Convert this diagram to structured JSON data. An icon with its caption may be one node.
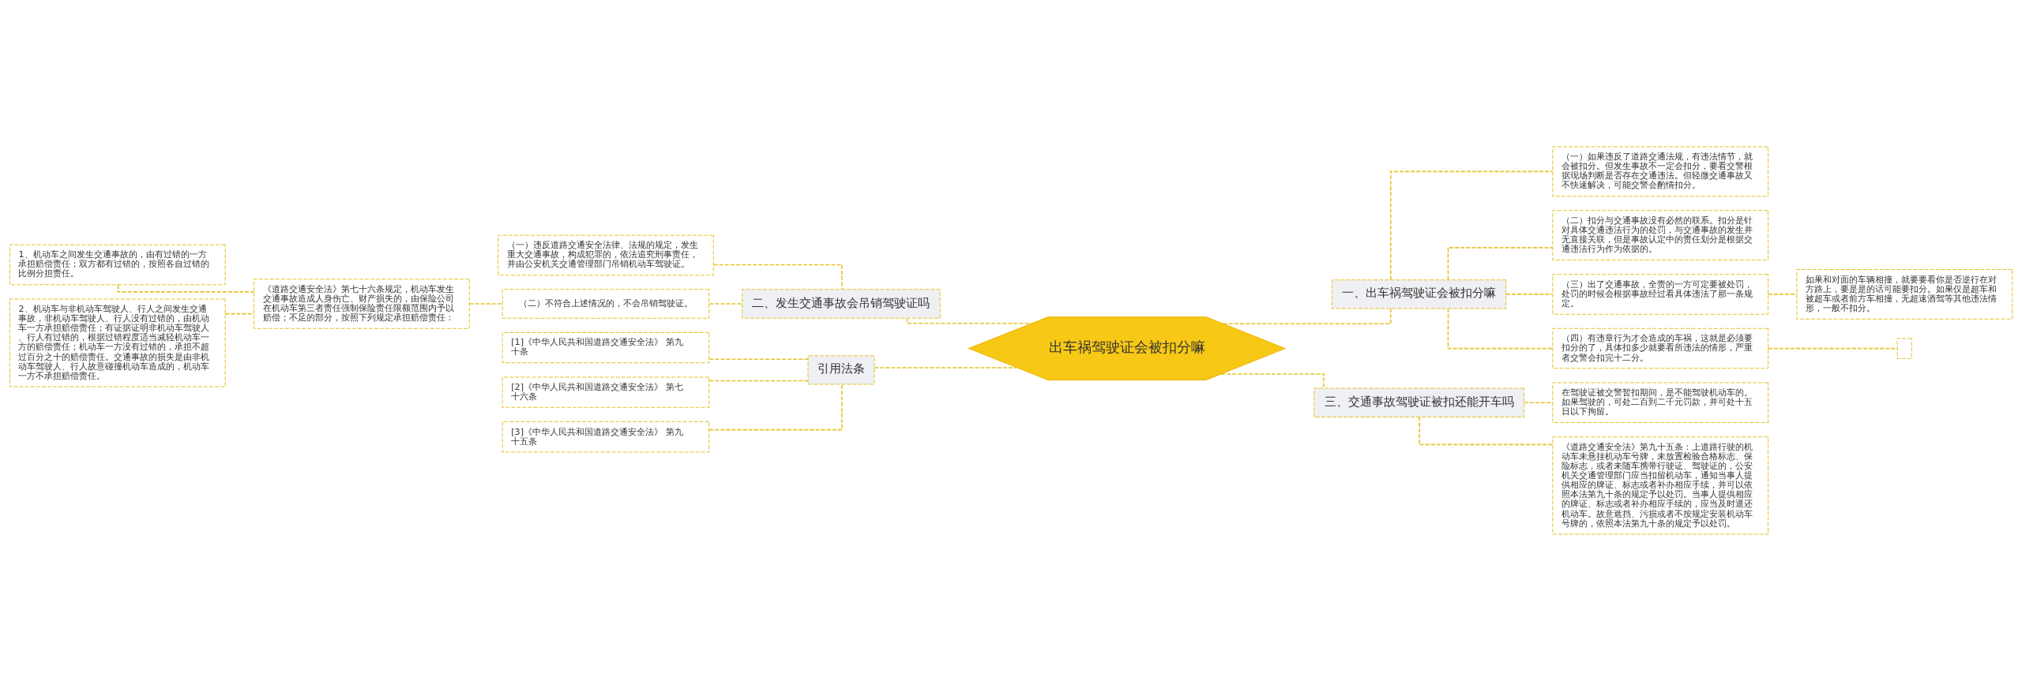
{
  "diagram": {
    "nodes": [
      {
        "text": [
          "出车祸驾驶证会被扣分嘛"
        ]
      },
      {
        "text": [
          "一、出车祸驾驶证会被扣分嘛"
        ]
      },
      {
        "text": [
          "（一）如果违反了道路交通法规，有违法情节，就会被扣分。但发生事故不一定会扣分，要看交警根据现场判断是否存在交通违法。但轻微交通事故又不快速解决，可能交警会酌情扣分。"
        ]
      },
      {
        "text": [
          "（二）扣分与交通事故没有必然的联系。扣分是针对具体交通违法行为的处罚，与交通事故的发生并无直接关联，但是事故认定中的责任划分是根据交通违法行为作为依据的。"
        ]
      },
      {
        "text": [
          "（三）出了交通事故，全责的一方可定要被处罚，处罚的时候会根据事故经过看具体违法了那一条规定。"
        ]
      },
      {
        "text": [
          "如果和对面的车辆相撞，就要要看你是否逆行在对方路上，要是是的话可能要扣分。如果仅是超车和被超车或者前方车相撞，无超速酒驾等其他违法情形，一般不扣分。"
        ]
      },
      {
        "text": [
          "（四）有违章行为才会造成的车祸，这就是必须要扣分的了，具体扣多少就要看所违法的情形，严重者交警会扣完十二分。"
        ]
      },
      {
        "text": [],
        "shape": "box"
      },
      {
        "text": [
          "三、交通事故驾驶证被扣还能开车吗"
        ]
      },
      {
        "text": [
          "在驾驶证被交警暂扣期间，是不能驾驶机动车的。如果驾驶的，可处二百到二千元罚款，并可处十五日以下拘留。"
        ]
      },
      {
        "text": [
          "《道路交通安全法》第九十五条：上道路行驶的机动车未悬挂机动车号牌，未放置检验合格标志、保险标志，或者未随车携带行驶证、驾驶证的，公安机关交通管理部门应当扣留机动车，通知当事人提供相应的牌证、标志或者补办相应手续，并可以依照本法第九十条的规定予以处罚。当事人提供相应的牌证、标志或者补办相应手续的，应当及时退还机动车。故意遮挡、污损或者不按规定安装机动车号牌的，依照本法第九十条的规定予以处罚。"
        ]
      },
      {
        "text": [
          "二、发生交通事故会吊销驾驶证吗"
        ]
      },
      {
        "text": [
          "（一）违反道路交通安全法律、法规的规定，发生重大交通事故，构成犯罪的，依法追究刑事责任，并由公安机关交通管理部门吊销机动车驾驶证。"
        ]
      },
      {
        "text": [
          "（二）不符合上述情况的，不会吊销驾驶证。"
        ]
      },
      {
        "text": [
          "《道路交通安全法》第七十六条规定，机动车发生交通事故造成人身伤亡、财产损失的，由保险公司在机动车第三者责任强制保险责任限额范围内予以赔偿；不足的部分，按照下列规定承担赔偿责任："
        ]
      },
      {
        "text": [
          "1、机动车之间发生交通事故的，由有过错的一方承担赔偿责任；双方都有过错的，按照各自过错的比例分担责任。"
        ]
      },
      {
        "text": [
          "2、机动车与非机动车驾驶人、行人之间发生交通事故，非机动车驾驶人、行人没有过错的，由机动车一方承担赔偿责任；有证据证明非机动车驾驶人、行人有过错的，根据过错程度适当减轻机动车一方的赔偿责任；机动车一方没有过错的，承担不超过百分之十的赔偿责任。交通事故的损失是由非机动车驾驶人、行人故意碰撞机动车造成的，机动车一方不承担赔偿责任。"
        ]
      },
      {
        "text": [
          "引用法条"
        ]
      },
      {
        "text": [
          "[1]《中华人民共和国道路交通安全法》 第九十条"
        ]
      },
      {
        "text": [
          "[2]《中华人民共和国道路交通安全法》 第七十六条"
        ]
      },
      {
        "text": [
          "[3]《中华人民共和国道路交通安全法》 第九十五条"
        ]
      }
    ],
    "edges": [
      {
        "from": 0,
        "to": 1,
        "arrow": "none"
      },
      {
        "from": 1,
        "to": 2,
        "arrow": "none"
      },
      {
        "from": 1,
        "to": 3,
        "arrow": "none"
      },
      {
        "from": 1,
        "to": 4,
        "arrow": "none"
      },
      {
        "from": 4,
        "to": 5,
        "arrow": "none"
      },
      {
        "from": 1,
        "to": 6,
        "arrow": "none"
      },
      {
        "from": 6,
        "to": 7,
        "arrow": "none"
      },
      {
        "from": 0,
        "to": 8,
        "arrow": "none"
      },
      {
        "from": 8,
        "to": 9,
        "arrow": "none"
      },
      {
        "from": 8,
        "to": 10,
        "arrow": "none"
      },
      {
        "from": 0,
        "to": 11,
        "arrow": "none"
      },
      {
        "from": 11,
        "to": 12,
        "arrow": "none"
      },
      {
        "from": 11,
        "to": 13,
        "arrow": "none"
      },
      {
        "from": 13,
        "to": 14,
        "arrow": "none"
      },
      {
        "from": 14,
        "to": 15,
        "arrow": "none"
      },
      {
        "from": 14,
        "to": 16,
        "arrow": "none"
      },
      {
        "from": 0,
        "to": 17,
        "arrow": "none"
      },
      {
        "from": 17,
        "to": 18,
        "arrow": "none"
      },
      {
        "from": 17,
        "to": 19,
        "arrow": "none"
      },
      {
        "from": 17,
        "to": 20,
        "arrow": "none"
      }
    ]
  }
}
